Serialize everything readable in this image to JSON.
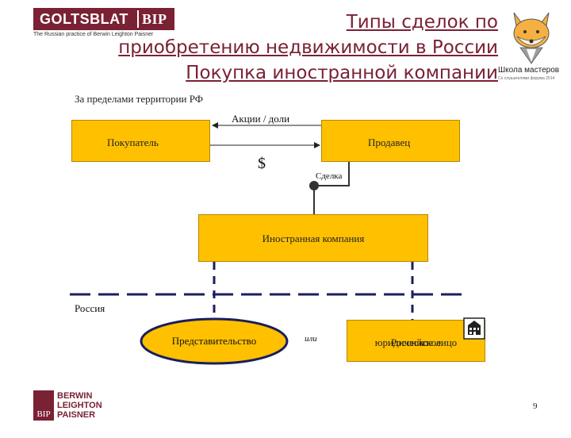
{
  "header": {
    "logo_word": "GOLTSBLAT",
    "logo_mark": "BIP",
    "logo_tagline": "The Russian practice of Berwin Leighton Paisner",
    "title_lines": [
      "Типы сделок по",
      "приобретению недвижимости в России",
      "Покупка иностранной компании"
    ],
    "school_name": "Школа мастеров",
    "school_sub": "Со слушателями форума 2014"
  },
  "diagram": {
    "outside_label": "За пределами территории РФ",
    "buyer": "Покупатель",
    "seller": "Продавец",
    "shares_label": "Акции / доли",
    "money_symbol": "$",
    "deal_label": "Сделка",
    "foreign_company": "Иностранная компания",
    "russia_label": "Россия",
    "representative_office": "Представительство",
    "or_label": "или",
    "russian_entity_line1": "Российское",
    "russian_entity_line2": "юридическое лицо"
  },
  "colors": {
    "box_fill": "#ffc000",
    "brand": "#7a2134",
    "line": "#333333"
  },
  "footer": {
    "logo_mark": "BIP",
    "logo_lines": [
      "BERWIN",
      "LEIGHTON",
      "PAISNER"
    ],
    "page_number": "9"
  }
}
